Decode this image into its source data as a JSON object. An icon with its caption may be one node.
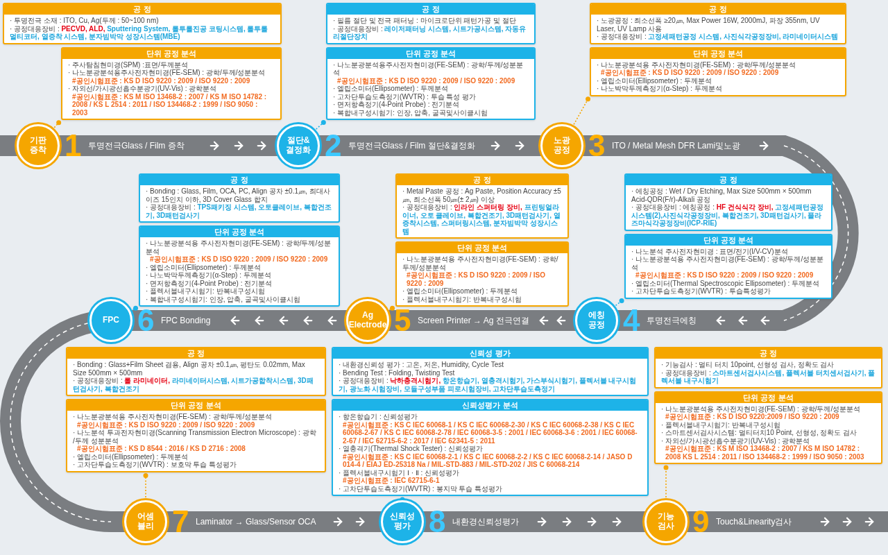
{
  "diagram": {
    "nodes": [
      {
        "text": [
          "기판 증착"
        ],
        "beside": [
          "1",
          "투명전극Glass / Film 증착"
        ]
      },
      {
        "text": [
          "공 정",
          "· 투명전극 소재 : ITO, Cu, Ag(두께 : 50~100 nm)",
          "· 공정대응장비 : **PECVD, ALD,** **Sputtering System, 롤투롤진공 코팅시스템, 롤투롤 멀티코터, 열증착 시스템, 분자빔박막 성장시스템(MBE)**"
        ]
      },
      {
        "text": [
          "단위 공정 분석",
          "· 주사탐침현미경(SPM) :표면/두께분석",
          "· 나노분광분석용주사전자현미경(FE-SEM) : 광학/두께/성분분석",
          "#공인시험표준 : KS D ISO 9220 : 2009 / ISO 9220 : 2009",
          "· 자외선/가시광선흡수분광기(UV-Vis) : 광학분석",
          "#공인시험표준 : KS M ISO 13468-2 : 2007 / KS M ISO 14782 : 2008 / KS L 2514 : 2011 / ISO 134468-2 : 1999 / ISO 9050 : 2003"
        ]
      },
      {
        "text": [
          "절단& 결정화"
        ],
        "beside": [
          "2",
          "투명전극Glass / Film 절단&결정화"
        ]
      },
      {
        "text": [
          "공 정",
          "· 필름 절단 및 전극 패터닝 : 마이크로단위 패턴가공 및 절단",
          "· 공정대응장비 : **레이저패터닝 시스템, 시트가공시스템, 자동유리절단장치**"
        ]
      },
      {
        "text": [
          "단위 공정 분석",
          "· 나노분광분석용주사전자현미경(FE-SEM) : 광학/두께/성분분석",
          "#공인시험표준 : KS D ISO 9220 : 2009 / ISO 9220 : 2009",
          "· 엘립소미터(Ellipsometer) : 두께분석",
          "· 고차단투습도측정기(WVTR) : 투습 특성 평가",
          "· 면저항측정기(4-Point Probe) : 전기분석",
          "· 복합내구성시험기: 인장, 압축, 굴곡및사이클시험"
        ]
      },
      {
        "text": [
          "노광 공정"
        ],
        "beside": [
          "3",
          "ITO / Metal Mesh DFR Lami및노광"
        ]
      },
      {
        "text": [
          "공 정",
          "· 노광공정 : 최소선폭 ≥20㎛, Max Power 16W, 2000mJ, 파장 355nm, UV Laser, UV Lamp 사용",
          "· 공정대응장비 : **고정세패턴공정 시스템, 사진식각공정장비, 라미네이터시스템**"
        ]
      },
      {
        "text": [
          "단위 공정 분석",
          "· 나노분광분석용 주사전자현미경(FE-SEM) : 광학/두께/성분분석",
          "#공인시험표준 : KS D ISO 9220 : 2009 / ISO 9220 : 2009",
          "· 엘립소미터(Ellipsometer) : 두께분석",
          "· 나노박막두께측정기(α-Step) : 두께분석"
        ]
      },
      {
        "text": [
          "에칭 공정"
        ],
        "beside": [
          "4",
          "투명전극에칭"
        ]
      },
      {
        "text": [
          "공 정",
          "· 에칭공정 : Wet / Dry Etching, Max Size 500mm × 500mm Acid-QDR(F/r)-Alkali 공정",
          "· 공정대응장비 : 에칭공정 : **HF 건식식각 장비,** **고정세패턴공정 시스템(2),사진식각공정장비, 복합건조기, 3D패턴검사기, 플라즈마식각공정장비(ICP-RIE)**"
        ]
      },
      {
        "text": [
          "단위 공정 분석",
          "· 나노분석 주사전자현미경 : 표면/전기(I/V-CV)분석",
          "· 나노분광분석용 주사전자현미경(FE-SEM) : 광학/두께/성분분석",
          "#공인시험표준 : KS D ISO 9220 : 2009 / ISO 9220 : 2009",
          "· 엘립소미터(Thermal Spectroscopic Ellipsometer) : 두께분석",
          "· 고차단투습도측정기(WVTR) : 투습특성평가"
        ]
      },
      {
        "text": [
          "Ag Electrode"
        ],
        "beside": [
          "5",
          "Screen Printer → Ag 전극연결"
        ]
      },
      {
        "text": [
          "공 정",
          "· Metal Paste 공정 : Ag Paste, Position Accuracy ±5㎛, 최소선폭 50㎛(± 2㎛) 이상",
          "· 공정대응장비 : **인라인 스퍼터링 장비,** **프린팅얼라이너, 오토 클레이브, 복합건조기, 3D패턴검사기, 열증착시스템, 스퍼터링시스템, 분자빔박막 성장시스템**"
        ]
      },
      {
        "text": [
          "단위 공정 분석",
          "· 나노분광분석용 주사전자현미경(FE-SEM) : 광학/두께/성분분석",
          "#공인시험표준 : KS D ISO 9220 : 2009 / ISO 9220 : 2009",
          "· 엘립소미터(Ellipsometer) : 두께분석",
          "· 플렉서블내구시험기: 반복내구성시험"
        ]
      },
      {
        "text": [
          "FPC"
        ],
        "beside": [
          "6",
          "FPC Bonding"
        ]
      },
      {
        "text": [
          "공 정",
          "· Bonding : Glass, Film, OCA, PC, Align 공차 ±0.1㎛, 최대사이즈 15인치 이하, 3D Cover Glass 합지",
          "· 공정대응장비 : **TPS패키징 시스템, 오토클레이브, 복합건조기, 3D패턴검사기**"
        ]
      },
      {
        "text": [
          "단위 공정 분석",
          "· 나노분광분석용 주사전자현미경(FE-SEM) : 광학/두께/성분분석",
          "#공인시험표준 : KS D ISO 9220 : 2009 / ISO 9220 : 2009",
          "· 엘립소미터(Ellipsometer) : 두께분석",
          "· 나노박막두께측정기(α-Step) : 두께분석",
          "· 면저항측정기(4-Point Probe) : 전기분석",
          "· 플렉서블내구시험기: 반복내구성시험",
          "· 복합내구성시험기: 인장, 압축, 굴곡및사이클시험"
        ]
      },
      {
        "text": [
          "어셈 블리"
        ],
        "beside": [
          "7",
          "Laminator → Glass/Sensor OCA"
        ]
      },
      {
        "text": [
          "공 정",
          "· Bonding : Glass+Film Sheet 겸용, Align 공차 ±0.1㎛, 평탄도 0.02mm, Max Size 500mm × 500mm",
          "· 공정대응장비 : **롤 라미네이터,** **라미네이터시스템, 시트가공합착시스템, 3D패턴검사기, 복합건조기**"
        ]
      },
      {
        "text": [
          "단위 공정 분석",
          "· 나노분광분석용 주사전자현미경(FE-SEM) : 광학/두께/성분분석",
          "#공인시험표준 : KS D ISO 9220 : 2009 / ISO 9220 : 2009",
          "· 나노분석 투과전자현미경(Scanning Transmission Electron Microscope) : 광학 /두께 성분분석",
          "#공인시험표준 : KS D 8544 : 2016 / KS D 2716 : 2008",
          "· 엘립소미터(Ellipsometer) : 두께분석",
          "· 고차단투습도측정기(WVTR) : 보호막 투습 특성평가"
        ]
      },
      {
        "text": [
          "신뢰성 평가"
        ],
        "beside": [
          "8",
          "내환경신뢰성평가"
        ]
      },
      {
        "text": [
          "신뢰성 평가",
          "· 내환경신뢰성 평가 : 고온, 저온, Humidity, Cycle Test",
          "· Bending Test : Folding, Twisting Test",
          "· 공정대응장비 : **낙하충격시험기,** **항온항습기, 열충격시험기, 가스부식시험기, 플렉서블 내구시험기, 광노화 시험장비, 모듈구성부품 피로시험장비, 고차단투습도측정기**"
        ]
      },
      {
        "text": [
          "신뢰성평가 분석",
          "· 항온항습기 : 신뢰성평가",
          "#공인시험표준 : KS C IEC 60068-1 / KS C IEC 60068-2-30 / KS C IEC 60068-2-38 / KS C IEC 60068-2-67 / KS C IEC 60068-2-78 / IEC 60068-3-5 : 2001 / IEC 60068-3-6 : 2001 / IEC 60068-2-67 / IEC 62715-6-2 : 2017 / IEC 62341-5 : 2011",
          "· 열충격기(Thermal Shock Tester) : 신뢰성평가",
          "#공인시험표준 : KS C IEC 60068-2-1 / KS C IEC 60068-2-2 / KS C IEC 60068-2-14 / JASO D 014-4 / EIAJ ED-25318 Na / MIL-STD-883 / MIL-STD-202 / JIS C 60068-214",
          "· 플렉서블내구시험기 Ⅰ · Ⅱ : 신뢰성평가",
          "#공인시험표준 : IEC 62715-6-1",
          "· 고차단투습도측정기(WVTR) : 봉지막 투습 특성평가"
        ]
      },
      {
        "text": [
          "기능 검사"
        ],
        "beside": [
          "9",
          "Touch&Linearity검사"
        ]
      },
      {
        "text": [
          "공 정",
          "· 기능검사 : 멀티 터치 10point, 선형성 검사, 정확도 검사",
          "· 공정대응장비 : **스마트센서검사시스템, 플렉서블 터치센서검사기, 플렉서블 내구시험기**"
        ]
      },
      {
        "text": [
          "단위 공정 분석",
          "· 나노분광분석용 주사전자현미경(FE-SEM) : 광학/두께/성분분석",
          "#공인시험표준 : KS D ISO 9220:2009 / ISO 9220 : 2009",
          "· 플렉서블내구시험기: 반복내구성시험",
          "· 스마트센서검사시스템: 멀티터치10 Point, 선형성, 정확도 검사",
          "· 자외선/가시광선흡수분광기(UV-Vis) : 광학분석",
          "#공인시험표준 : KS M ISO 13468-2 : 2007 / KS M ISO 14782 : 2008 KS L 2514 : 2011 / ISO 134468-2 : 1999 / ISO 9050 : 2003"
        ]
      }
    ],
    "edges": [
      {
        "from": 0,
        "to": 2,
        "arrow": "other",
        "style": "dashed"
      },
      {
        "from": 3,
        "to": 5,
        "arrow": "other",
        "style": "dashed",
        "color": "#1db3e8"
      },
      {
        "from": 6,
        "to": 8,
        "arrow": "other",
        "style": "dashed"
      },
      {
        "from": 9,
        "to": 11,
        "arrow": "other",
        "style": "dashed",
        "color": "#1db3e8"
      },
      {
        "from": 12,
        "to": 14,
        "arrow": "other",
        "style": "dashed"
      },
      {
        "from": 15,
        "to": 17,
        "arrow": "other",
        "style": "dashed",
        "color": "#1db3e8"
      },
      {
        "from": 18,
        "to": 20,
        "arrow": "other",
        "style": "dashed"
      },
      {
        "from": 21,
        "to": 23,
        "arrow": "other",
        "style": "dashed",
        "color": "#1db3e8"
      },
      {
        "from": 24,
        "to": 26,
        "arrow": "other",
        "style": "dashed"
      }
    ]
  }
}
